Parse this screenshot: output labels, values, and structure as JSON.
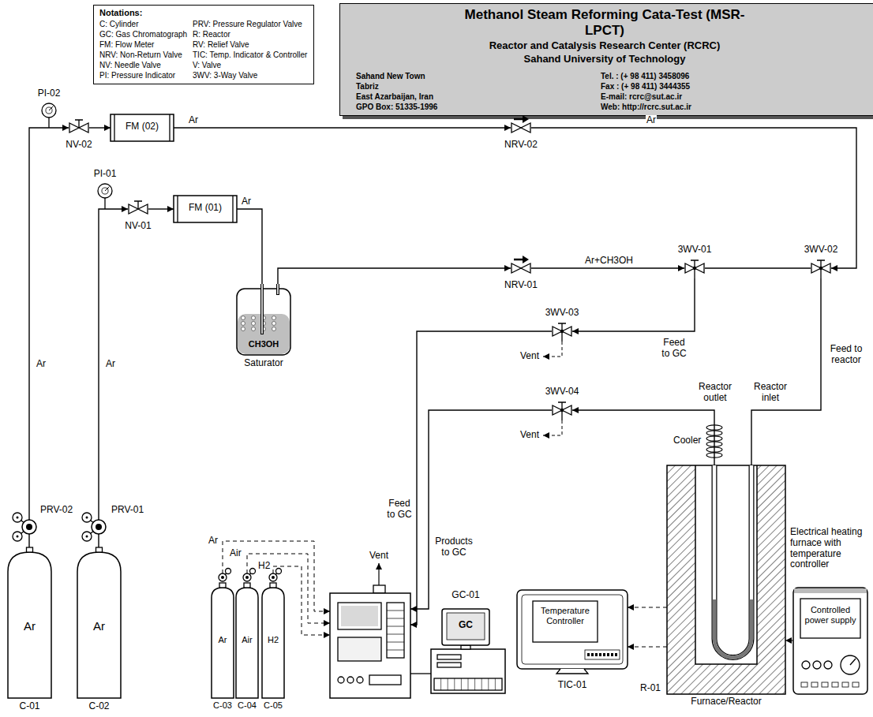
{
  "diagram": {
    "nodes": [
      {
        "text": [
          "Notations:",
          "C: Cylinder",
          "GC: Gas Chromatograph",
          "FM: Flow Meter",
          "NRV: Non-Return Valve",
          "NV: Needle Valve",
          "PI: Pressure Indicator",
          "PRV: Pressure Regulator Valve",
          "R: Reactor",
          "RV: Relief Valve",
          "TIC: Temp. Indicator & Controller",
          "V: Valve",
          "3WV: 3-Way Valve"
        ]
      },
      {
        "text": [
          "Methanol Steam Reforming Cata-Test (MSR-LPCT)",
          "Reactor and Catalysis Research Center (RCRC)",
          "Sahand University of Technology",
          "Sahand New Town",
          "Tel. : (+ 98 411) 3458096",
          "Tabriz",
          "Fax : (+ 98 411) 3444355",
          "East Azarbaijan, Iran",
          "E-mail: rcrc@sut.ac.ir",
          "GPO Box: 51335-1996",
          "Web: http://rcrc.sut.ac.ir"
        ]
      },
      {
        "text": [
          "NV-02"
        ]
      },
      {
        "text": [
          "FM (02)"
        ]
      },
      {
        "text": [
          "NRV-02"
        ]
      },
      {
        "text": [
          "NV-01"
        ]
      },
      {
        "text": [
          "FM (01)"
        ]
      },
      {
        "text": [
          "CH3OH",
          "Saturator"
        ]
      },
      {
        "text": [
          "NRV-01"
        ]
      },
      {
        "text": [
          "3WV-01"
        ]
      },
      {
        "text": [
          "3WV-02"
        ]
      },
      {
        "text": [
          "3WV-03"
        ]
      },
      {
        "text": [
          "3WV-04"
        ]
      },
      {
        "text": [
          "Ar",
          "C-01"
        ]
      },
      {
        "text": [
          "Ar",
          "C-02"
        ]
      },
      {
        "text": [
          "Ar",
          "C-03"
        ]
      },
      {
        "text": [
          "Air",
          "C-04"
        ]
      },
      {
        "text": [
          "H2",
          "C-05"
        ]
      },
      {
        "text": [
          "GC",
          "GC-01"
        ]
      },
      {
        "text": [
          "Temperature Controller",
          "TIC-01"
        ]
      },
      {
        "text": [
          "R-01",
          "Furnace/Reactor"
        ]
      },
      {
        "text": [
          "Controlled power supply"
        ]
      }
    ],
    "edges": [
      {
        "from": 13,
        "to": 2,
        "arrow": "to",
        "label": "Ar"
      },
      {
        "from": 2,
        "to": 3,
        "arrow": "to"
      },
      {
        "from": 3,
        "to": 4,
        "arrow": "to",
        "label": "Ar"
      },
      {
        "from": 4,
        "to": 10,
        "arrow": "to",
        "label": "Ar"
      },
      {
        "from": 14,
        "to": 5,
        "arrow": "to",
        "label": "Ar"
      },
      {
        "from": 5,
        "to": 6,
        "arrow": "to"
      },
      {
        "from": 6,
        "to": 7,
        "arrow": "none",
        "label": "Ar"
      },
      {
        "from": 7,
        "to": 8,
        "arrow": "to"
      },
      {
        "from": 8,
        "to": 9,
        "arrow": "to",
        "label": "Ar+CH3OH"
      },
      {
        "from": 9,
        "to": 10,
        "arrow": "none"
      },
      {
        "from": 9,
        "to": 11,
        "arrow": "to",
        "label": "Feed to GC"
      },
      {
        "from": 11,
        "to": 18,
        "arrow": "to",
        "label": "Feed to GC"
      },
      {
        "from": 10,
        "to": 20,
        "arrow": "none",
        "label": "Feed to reactor"
      },
      {
        "from": 20,
        "to": 12,
        "arrow": "to"
      },
      {
        "from": 12,
        "to": 18,
        "arrow": "to",
        "label": "Products to GC"
      },
      {
        "from": 15,
        "to": 18,
        "arrow": "to",
        "label": "Ar"
      },
      {
        "from": 16,
        "to": 18,
        "arrow": "to",
        "label": "Air"
      },
      {
        "from": 17,
        "to": 18,
        "arrow": "to",
        "label": "H2"
      },
      {
        "from": 20,
        "to": 19,
        "arrow": "to"
      },
      {
        "from": 20,
        "to": 19,
        "arrow": "to"
      },
      {
        "from": 21,
        "to": 20,
        "arrow": "to"
      }
    ],
    "labels": [
      "PI-02",
      "PI-01",
      "Vent",
      "Reactor outlet",
      "Reactor inlet",
      "Vent",
      "Cooler",
      "PRV-02",
      "PRV-01",
      "Electrical heating furnace with temperature controller",
      "Vent"
    ]
  }
}
